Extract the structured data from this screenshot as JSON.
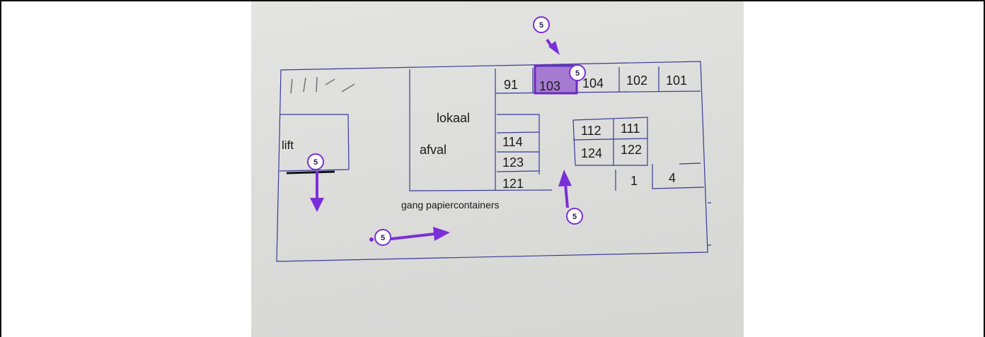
{
  "colors": {
    "accent": "#7a2fd6",
    "highlight_fill": "#9b6ad0",
    "ink": "#3a3a9a",
    "paper": "#dedede"
  },
  "step_badge": "5",
  "labels": {
    "lift": "lift",
    "lokaal": "lokaal",
    "afval": "afval",
    "gang": "gang papiercontainers"
  },
  "rooms": {
    "r91": "91",
    "r103": "103",
    "r104": "104",
    "r102": "102",
    "r101": "101",
    "r112": "112",
    "r111": "111",
    "r114": "114",
    "r124": "124",
    "r122": "122",
    "r123": "123",
    "r121": "121",
    "r1": "1",
    "r4": "4"
  }
}
